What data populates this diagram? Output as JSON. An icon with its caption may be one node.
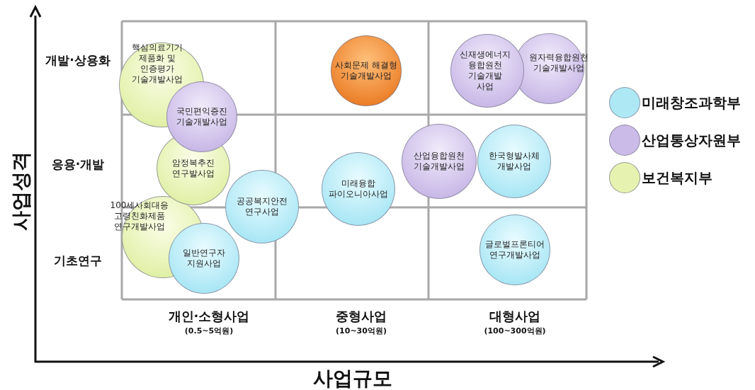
{
  "diagram": {
    "nodes": [
      {
        "text": [
          "핵심의료기기 제품화 및 인증평가 기술개발사업"
        ]
      },
      {
        "text": [
          "국민편익증진 기술개발사업"
        ]
      },
      {
        "text": [
          "사회문제 해결형 기술개발사업"
        ]
      },
      {
        "text": [
          "신재생에너지 융합원천 기술개발 사업"
        ]
      },
      {
        "text": [
          "원자력융합원천 기술개발사업"
        ]
      },
      {
        "text": [
          "암정복추진 연구발사업"
        ]
      },
      {
        "text": [
          "산업융합원천 기술개발사업"
        ]
      },
      {
        "text": [
          "한국형발사체 개발사업"
        ]
      },
      {
        "text": [
          "공공복지안전 연구사업"
        ]
      },
      {
        "text": [
          "미래융합 파이오니아사업"
        ]
      },
      {
        "text": [
          "100세사회대응 고령친화제품 연구개발사업"
        ]
      },
      {
        "text": [
          "일반연구자 지원사업"
        ]
      },
      {
        "text": [
          "글로벌프론티어 연구개발사업"
        ]
      }
    ],
    "edges": [],
    "labels": [
      "사업성격",
      "개발·상용화",
      "응용·개발",
      "기초연구",
      "개인·소형사업",
      "(0.5~5억원)",
      "중형사업",
      "(10~30억원)",
      "대형사업",
      "(100~300억원)",
      "사업규모"
    ],
    "legend": [
      {
        "text": "미래창조과학부",
        "color": "#aee8f5"
      },
      {
        "text": "산업통상자원부",
        "color": "#cbbbe8"
      },
      {
        "text": "보건복지부",
        "color": "#e6f2b0"
      }
    ]
  }
}
